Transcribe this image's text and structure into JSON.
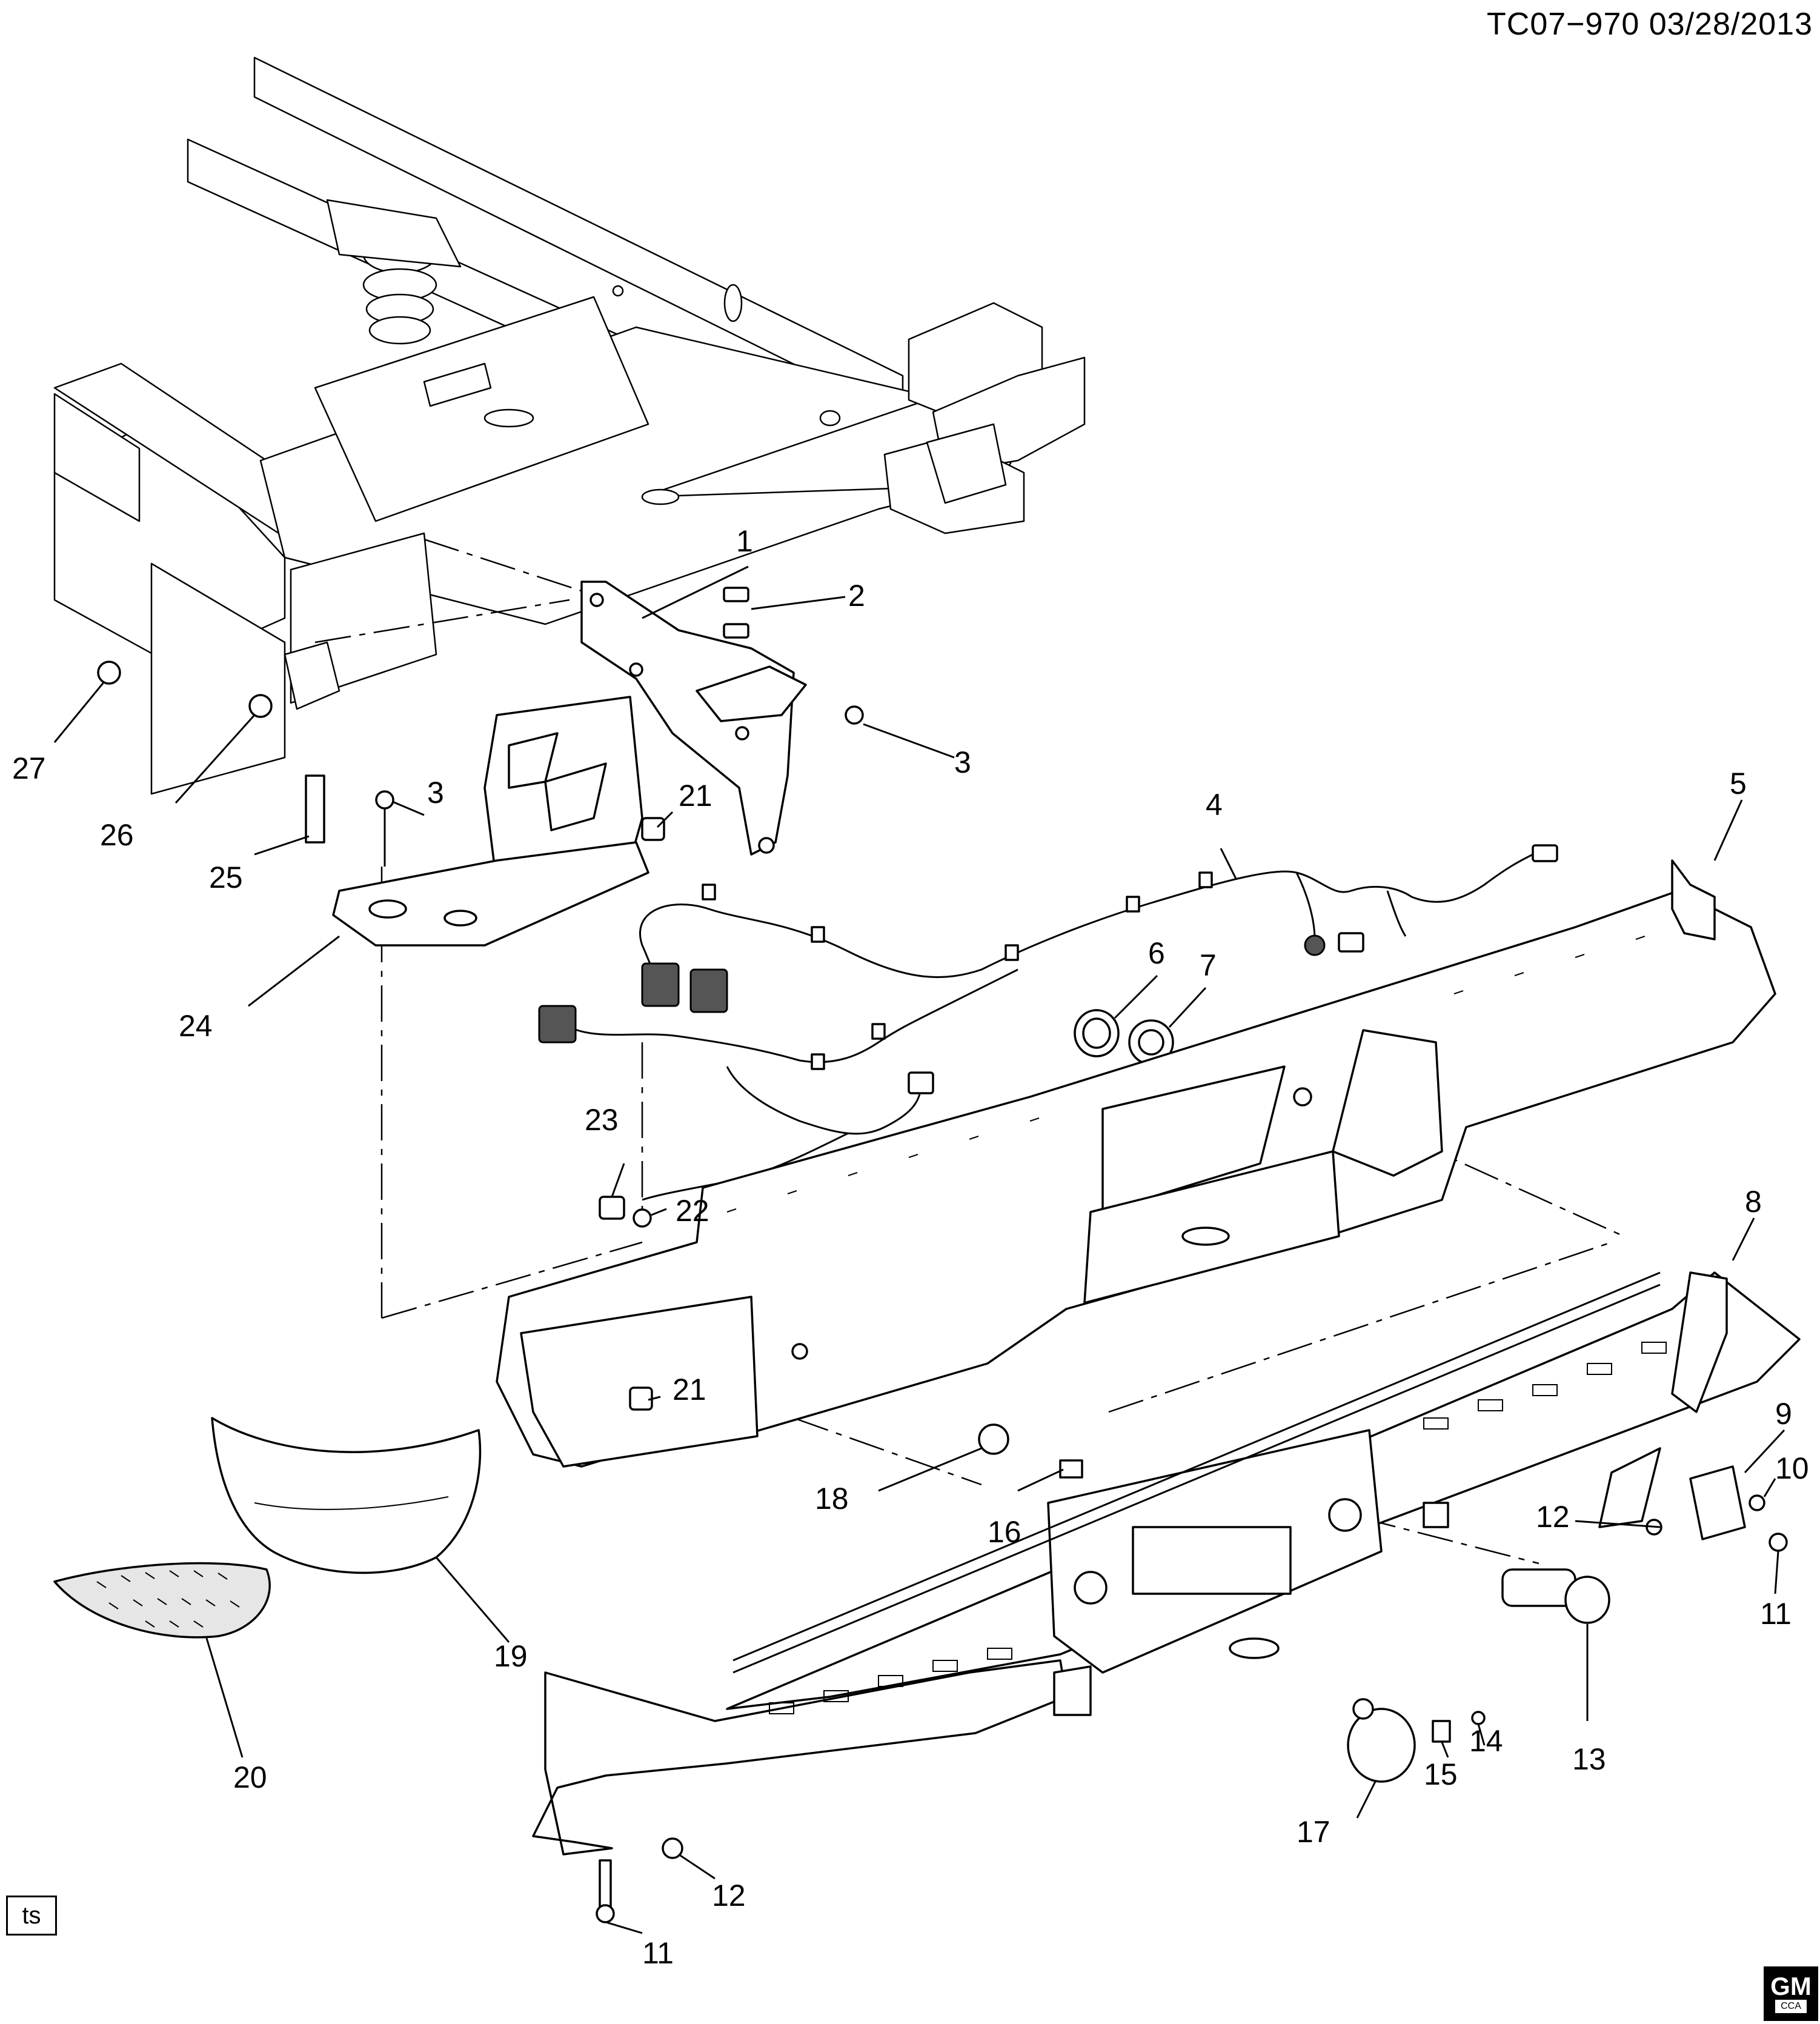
{
  "header": {
    "drawing_id": "TC07−970  03/28/2013"
  },
  "footer": {
    "ts_label": "ts",
    "logo_text": "GM",
    "logo_subtext": "CCA"
  },
  "callouts": [
    {
      "id": "c1",
      "label": "1"
    },
    {
      "id": "c2",
      "label": "2"
    },
    {
      "id": "c3a",
      "label": "3"
    },
    {
      "id": "c3b",
      "label": "3"
    },
    {
      "id": "c4",
      "label": "4"
    },
    {
      "id": "c5",
      "label": "5"
    },
    {
      "id": "c6",
      "label": "6"
    },
    {
      "id": "c7",
      "label": "7"
    },
    {
      "id": "c8",
      "label": "8"
    },
    {
      "id": "c9",
      "label": "9"
    },
    {
      "id": "c10",
      "label": "10"
    },
    {
      "id": "c11a",
      "label": "11"
    },
    {
      "id": "c11b",
      "label": "11"
    },
    {
      "id": "c12a",
      "label": "12"
    },
    {
      "id": "c12b",
      "label": "12"
    },
    {
      "id": "c13",
      "label": "13"
    },
    {
      "id": "c14",
      "label": "14"
    },
    {
      "id": "c15",
      "label": "15"
    },
    {
      "id": "c16",
      "label": "16"
    },
    {
      "id": "c17",
      "label": "17"
    },
    {
      "id": "c18",
      "label": "18"
    },
    {
      "id": "c19",
      "label": "19"
    },
    {
      "id": "c20",
      "label": "20"
    },
    {
      "id": "c21a",
      "label": "21"
    },
    {
      "id": "c21b",
      "label": "21"
    },
    {
      "id": "c22",
      "label": "22"
    },
    {
      "id": "c23",
      "label": "23"
    },
    {
      "id": "c24",
      "label": "24"
    },
    {
      "id": "c25",
      "label": "25"
    },
    {
      "id": "c26",
      "label": "26"
    },
    {
      "id": "c27",
      "label": "27"
    }
  ]
}
